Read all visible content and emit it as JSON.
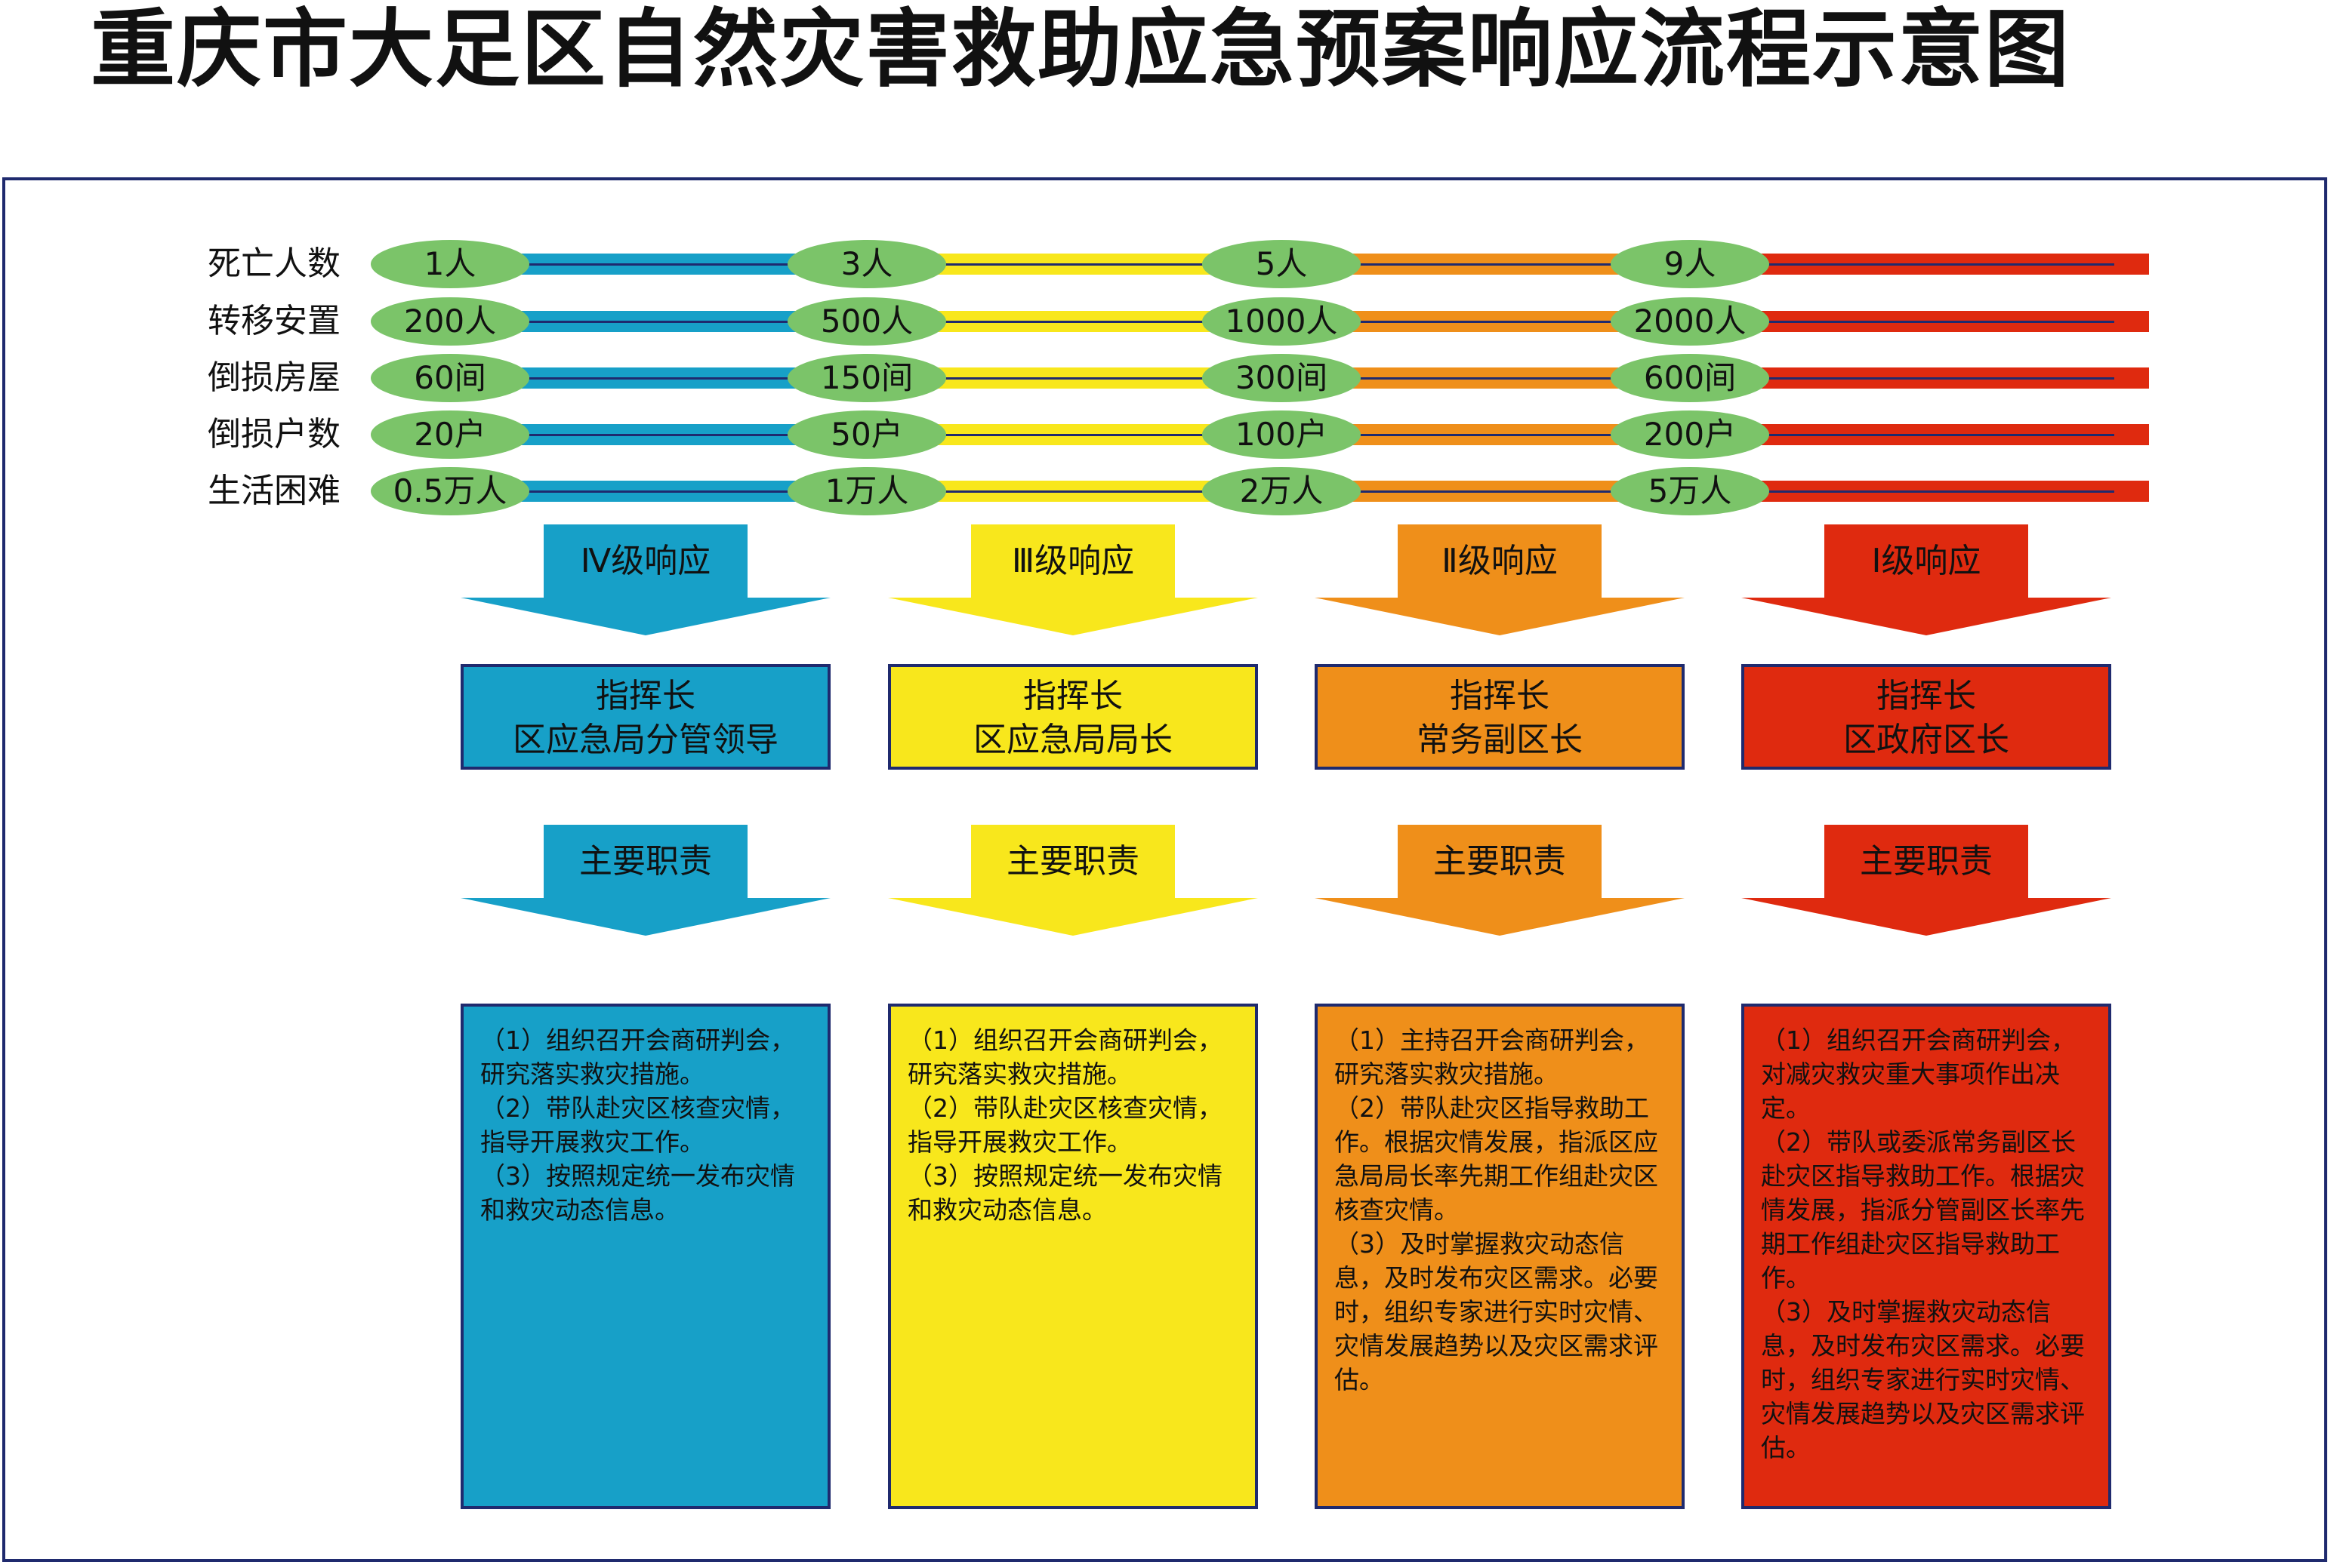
{
  "title": "重庆市大足区自然灾害救助应急预案响应流程示意图",
  "colors": {
    "level4": "#17a0c8",
    "level3": "#f8e71c",
    "level2": "#ef8f1a",
    "level1": "#df2a0f",
    "pill": "#7bc469",
    "border": "#1f2a6e"
  },
  "thresholds": {
    "rows": [
      {
        "label": "死亡人数",
        "values": [
          "1人",
          "3人",
          "5人",
          "9人"
        ]
      },
      {
        "label": "转移安置",
        "values": [
          "200人",
          "500人",
          "1000人",
          "2000人"
        ]
      },
      {
        "label": "倒损房屋",
        "values": [
          "60间",
          "150间",
          "300间",
          "600间"
        ]
      },
      {
        "label": "倒损户数",
        "values": [
          "20户",
          "50户",
          "100户",
          "200户"
        ]
      },
      {
        "label": "生活困难",
        "values": [
          "0.5万人",
          "1万人",
          "2万人",
          "5万人"
        ]
      }
    ]
  },
  "levels": [
    {
      "response": "Ⅳ级响应",
      "commander_title": "指挥长",
      "commander": "区应急局分管领导",
      "duties_heading": "主要职责",
      "duties": [
        "（1）组织召开会商研判会，研究落实救灾措施。",
        "（2）带队赴灾区核查灾情，指导开展救灾工作。",
        "（3）按照规定统一发布灾情和救灾动态信息。"
      ]
    },
    {
      "response": "Ⅲ级响应",
      "commander_title": "指挥长",
      "commander": "区应急局局长",
      "duties_heading": "主要职责",
      "duties": [
        "（1）组织召开会商研判会，研究落实救灾措施。",
        "（2）带队赴灾区核查灾情，指导开展救灾工作。",
        "（3）按照规定统一发布灾情和救灾动态信息。"
      ]
    },
    {
      "response": "Ⅱ级响应",
      "commander_title": "指挥长",
      "commander": "常务副区长",
      "duties_heading": "主要职责",
      "duties": [
        "（1）主持召开会商研判会，研究落实救灾措施。",
        "（2）带队赴灾区指导救助工作。根据灾情发展，指派区应急局局长率先期工作组赴灾区核查灾情。",
        "（3）及时掌握救灾动态信息，及时发布灾区需求。必要时，组织专家进行实时灾情、灾情发展趋势以及灾区需求评估。"
      ]
    },
    {
      "response": "Ⅰ级响应",
      "commander_title": "指挥长",
      "commander": "区政府区长",
      "duties_heading": "主要职责",
      "duties": [
        "（1）组织召开会商研判会，对减灾救灾重大事项作出决定。",
        "（2）带队或委派常务副区长赴灾区指导救助工作。根据灾情发展，指派分管副区长率先期工作组赴灾区指导救助工作。",
        "（3）及时掌握救灾动态信息，及时发布灾区需求。必要时，组织专家进行实时灾情、灾情发展趋势以及灾区需求评估。"
      ]
    }
  ]
}
